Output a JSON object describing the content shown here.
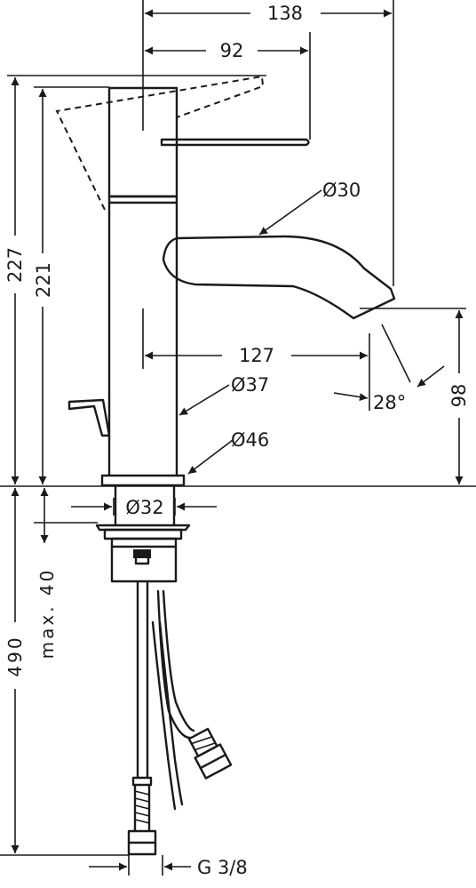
{
  "dimensions": {
    "width_total": "138",
    "width_lever": "92",
    "height_total": "227",
    "height_body": "221",
    "diam_spout": "Ø30",
    "spout_reach": "127",
    "diam_body": "Ø37",
    "angle_spout": "28°",
    "spout_height": "98",
    "diam_base": "Ø46",
    "diam_shank": "Ø32",
    "max_thickness": "max. 40",
    "hose_length": "490",
    "connection": "G 3/8"
  }
}
